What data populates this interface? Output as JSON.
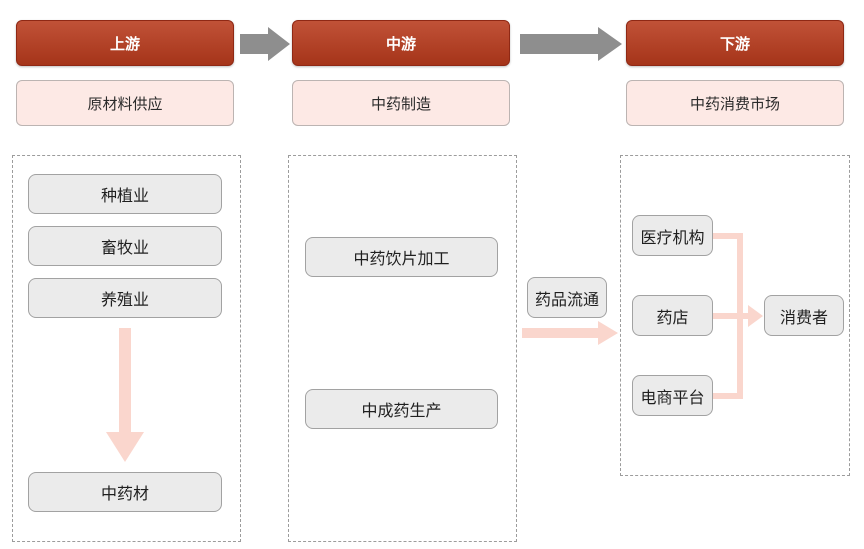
{
  "stages": [
    {
      "title": "上游",
      "subtitle": "原材料供应"
    },
    {
      "title": "中游",
      "subtitle": "中药制造"
    },
    {
      "title": "下游",
      "subtitle": "中药消费市场"
    }
  ],
  "upstream": {
    "sources": [
      "种植业",
      "畜牧业",
      "养殖业"
    ],
    "output": "中药材"
  },
  "midstream": {
    "products": [
      "中药饮片加工",
      "中成药生产"
    ]
  },
  "circulation": {
    "label": "药品流通"
  },
  "downstream": {
    "channels": [
      "医疗机构",
      "药店",
      "电商平台"
    ],
    "consumer": "消费者"
  },
  "colors": {
    "stage_fill": "#b83a1c",
    "stage_text": "#ffffff",
    "subtitle_fill": "#fde9e5",
    "node_fill": "#ebebeb",
    "node_border": "#a2a2a2",
    "stage_arrow": "#8e8e8e",
    "flow_arrow": "#fad6cd",
    "panel_border": "#9c9c9c"
  }
}
